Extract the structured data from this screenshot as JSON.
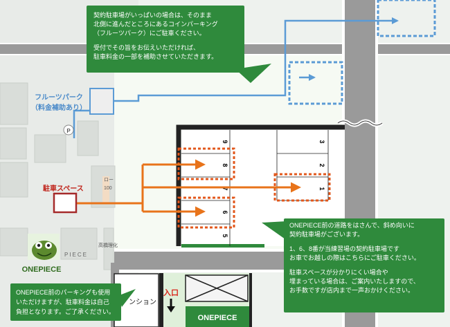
{
  "colors": {
    "callout_bg": "#2f8a3c",
    "road": "#9a9a9a",
    "road_edge": "#ffffff",
    "fruits_blue": "#5b9bd5",
    "arrow_orange": "#e8731a",
    "spot_dashed_red": "#e2571b",
    "parking_frame": "#222222",
    "map_bg": "#eef2ee",
    "building": "#e1e4e1",
    "light_green": "#dff0da"
  },
  "callout_top": {
    "lines": [
      "契約駐車場がいっぱいの場合は、そのまま",
      "北側に進んだところにあるコインパーキング",
      "（フルーツパーク）にご駐車ください。",
      "",
      "受付でその旨をお伝えいただければ、",
      "駐車料金の一部を補助させていただきます。"
    ]
  },
  "callout_right": {
    "lines": [
      "ONEPIECE前の道路をはさんで、斜め向いに",
      "契約駐車場がございます。",
      "",
      "1、6、8番が当練習場の契約駐車場です",
      "お車でお越しの際はこちらにご駐車ください。",
      "",
      "駐車スペースが分かりにくい場合や",
      "埋まっている場合は、ご案内いたしますので、",
      "お手数ですが店内まで一声おかけください。"
    ]
  },
  "callout_bottom_left": {
    "lines": [
      "ONEPIECE前のパーキングも使用",
      "いただけますが、駐車料金は自己",
      "負担となります。ご了承ください。"
    ]
  },
  "labels": {
    "fruits_park_line1": "フルーツパーク",
    "fruits_park_line2": "（料金補助あり）",
    "parking_space": "駐車スペース",
    "p_marker": "P",
    "entrance": "入口",
    "onepiece_building": "ONEPIECE",
    "onepiece_logo": "ONEPIECE",
    "piece_sign": "PIECE",
    "mansion_partial": "ンション",
    "map_text_ro": "ロー",
    "map_text_100": "100",
    "map_text_kishin": "高橋理化"
  },
  "parking_spots": {
    "left_column": [
      "9",
      "8",
      "7",
      "6",
      "5"
    ],
    "right_column": [
      "3",
      "2",
      "1"
    ],
    "contracted": [
      "1",
      "6",
      "8"
    ]
  }
}
